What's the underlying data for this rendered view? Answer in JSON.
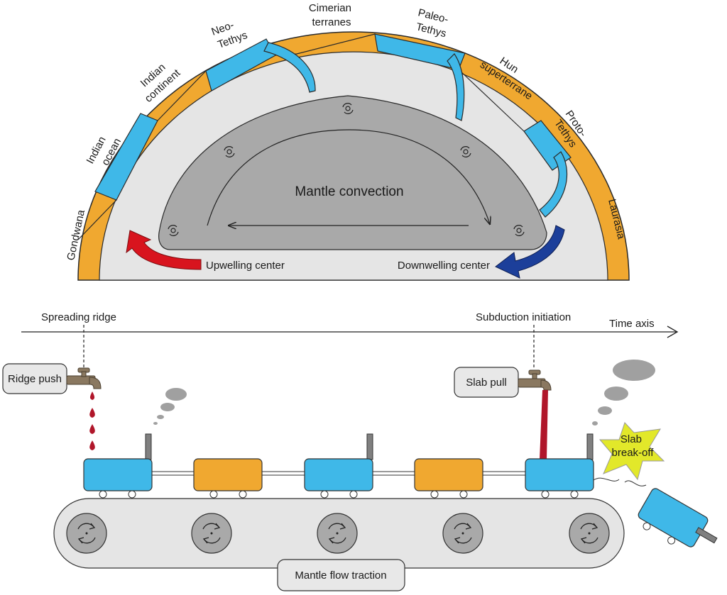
{
  "top": {
    "plates": {
      "gondwana": "Gondwana",
      "indian_ocean": [
        "Indian",
        "ocean"
      ],
      "indian_continent": [
        "Indian",
        "continent"
      ],
      "neo_tethys": [
        "Neo-",
        "Tethys"
      ],
      "cimerian_terranes": [
        "Cimerian",
        "terranes"
      ],
      "paleo_tethys": [
        "Paleo-",
        "Tethys"
      ],
      "hun_superterrane": [
        "Hun",
        "superterrane"
      ],
      "proto_tethys": [
        "Proto-",
        "Tethys"
      ],
      "laurasia": "Laurasia"
    },
    "mantle_convection": "Mantle convection",
    "upwelling_center": "Upwelling center",
    "downwelling_center": "Downwelling center"
  },
  "bottom": {
    "spreading_ridge": "Spreading ridge",
    "subduction_initiation": "Subduction initiation",
    "time_axis": "Time axis",
    "ridge_push": "Ridge push",
    "slab_pull": "Slab pull",
    "slab_break_off": [
      "Slab",
      "break-off"
    ],
    "mantle_flow_traction": "Mantle flow traction"
  },
  "colors": {
    "continent": "#f0a830",
    "ocean": "#3fb8e8",
    "mantle_bg": "#e5e5e5",
    "convection_cell": "#a9a9a9",
    "upwelling_arrow": "#d8141e",
    "downwelling_arrow": "#1c3f9a",
    "magma": "#b0162a",
    "faucet": "#8a7860",
    "smoke": "#a0a0a0",
    "starburst": "#e2e82a"
  }
}
